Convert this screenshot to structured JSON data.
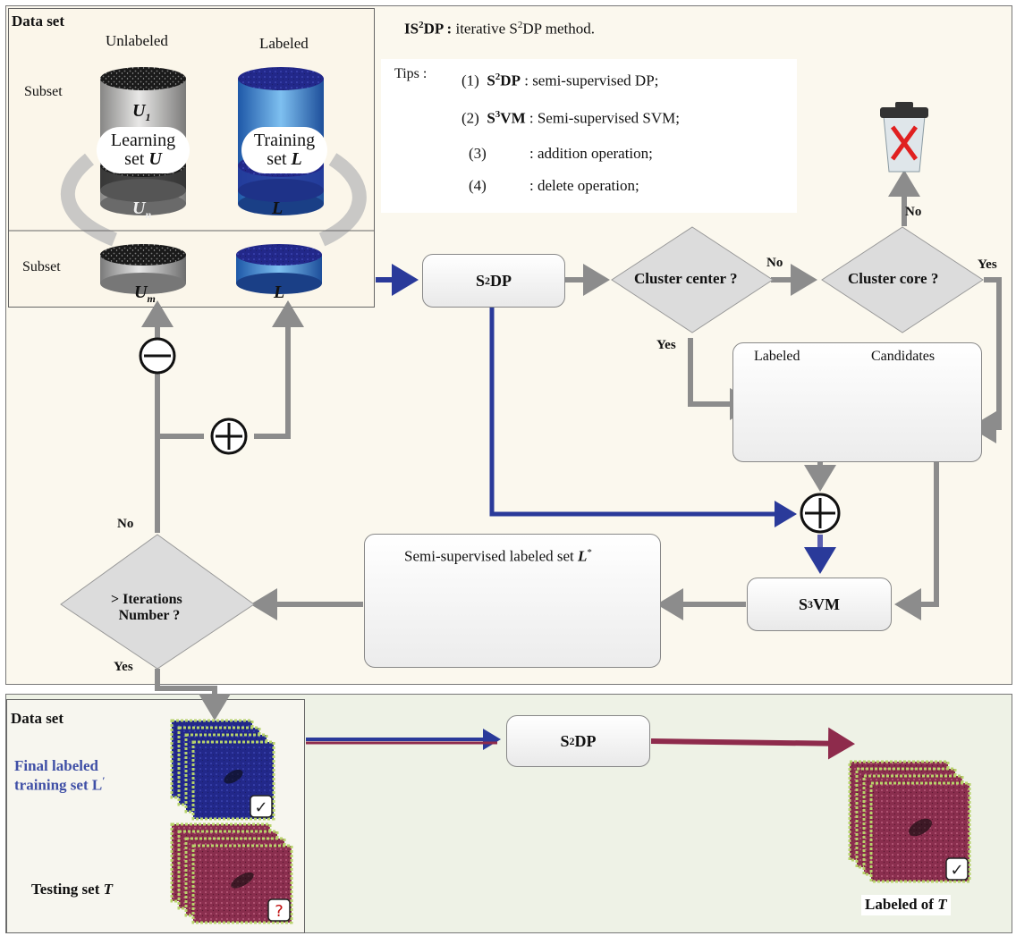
{
  "top": {
    "dataset_label": "Data set",
    "unlabeled_label": "Unlabeled",
    "labeled_label": "Labeled",
    "subset_label_1": "Subset",
    "subset_label_2": "Subset",
    "u1_label": "U",
    "u1_sub": "1",
    "un_label": "U",
    "un_sub": "n",
    "l_label": "L",
    "l2_label": "L",
    "um_label": "U",
    "um_sub": "m",
    "lm_label": "L",
    "learning_line1": "Learning",
    "learning_line2": "set ",
    "learning_var": "U",
    "training_line1": "Training",
    "training_line2": "set ",
    "training_var": "L",
    "method_bold": "IS",
    "method_sup": "2",
    "method_bold2": "DP :",
    "method_rest": " iterative S",
    "method_sup2": "2",
    "method_rest2": "DP method."
  },
  "tips": {
    "title": "Tips :",
    "t1_num": "(1)",
    "t1_bold": "S",
    "t1_sup": "2",
    "t1_bold2": "DP",
    "t1_rest": " : semi-supervised DP;",
    "t2_num": "(2)",
    "t2_bold": "S",
    "t2_sup": "3",
    "t2_bold2": "VM",
    "t2_rest": " : Semi-supervised SVM;",
    "t3_num": "(3)",
    "t3_rest": ": addition operation;",
    "t4_num": "(4)",
    "t4_rest": ": delete operation;"
  },
  "flow": {
    "s2dp_main": "S",
    "s2dp_sup": "2",
    "s2dp_rest": "DP",
    "cluster_center": "Cluster center ?",
    "cluster_core": "Cluster core ?",
    "no_1": "No",
    "no_2": "No",
    "yes_1": "Yes",
    "yes_2": "Yes",
    "labeled_small": "Labeled",
    "candidates": "Candidates",
    "s3vm_main": "S",
    "s3vm_sup": "3",
    "s3vm_rest": "VM",
    "semi_label": "Semi-supervised labeled set ",
    "semi_var": "L",
    "semi_sup": "*",
    "iter_line1": "> Iterations",
    "iter_line2": "Number ?",
    "no_3": "No",
    "yes_3": "Yes"
  },
  "bottom": {
    "dataset_label": "Data set",
    "final_line1": "Final labeled",
    "final_line2": "training set L",
    "final_sup": "′",
    "testing_label": "Testing set ",
    "testing_var": "T",
    "s2dp_main": "S",
    "s2dp_sup": "2",
    "s2dp_rest": "DP",
    "labeled_of": "Labeled of ",
    "labeled_of_var": "T"
  },
  "colors": {
    "flow_gray": "#8c8c8c",
    "flow_blue": "#2a3a9a",
    "flow_red": "#8e2b4c",
    "final_text_blue": "#3f4fa6"
  },
  "icons": [
    "trash-bin-icon",
    "minus-operation-icon",
    "plus-operation-icon",
    "check-mark-icon",
    "question-mark-icon"
  ]
}
